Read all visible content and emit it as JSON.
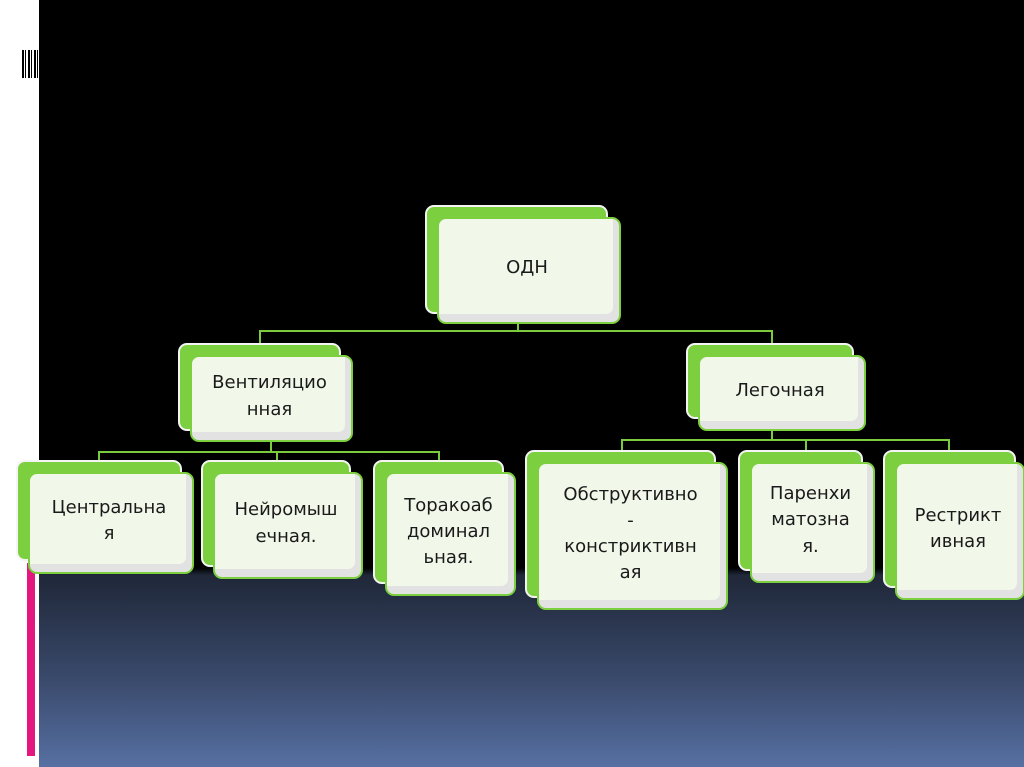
{
  "diagram": {
    "root": {
      "label": "ОДН"
    },
    "branches": [
      {
        "label": "Вентиляцио\nнная",
        "children": [
          {
            "label": "Центральна\nя"
          },
          {
            "label": "Нейромыш\nечная."
          },
          {
            "label": "Торакоаб\nдоминал\nьная."
          }
        ]
      },
      {
        "label": "Легочная",
        "children": [
          {
            "label": "Обструктивно\n-\nконстриктивн\nая"
          },
          {
            "label": "Паренхи\nматозна\nя."
          },
          {
            "label": "Рестрикт\nивная"
          }
        ]
      }
    ]
  },
  "colors": {
    "node_accent": "#7ccf3f",
    "node_fill": "#f1f8ea",
    "side_bar": "#e3177d"
  }
}
